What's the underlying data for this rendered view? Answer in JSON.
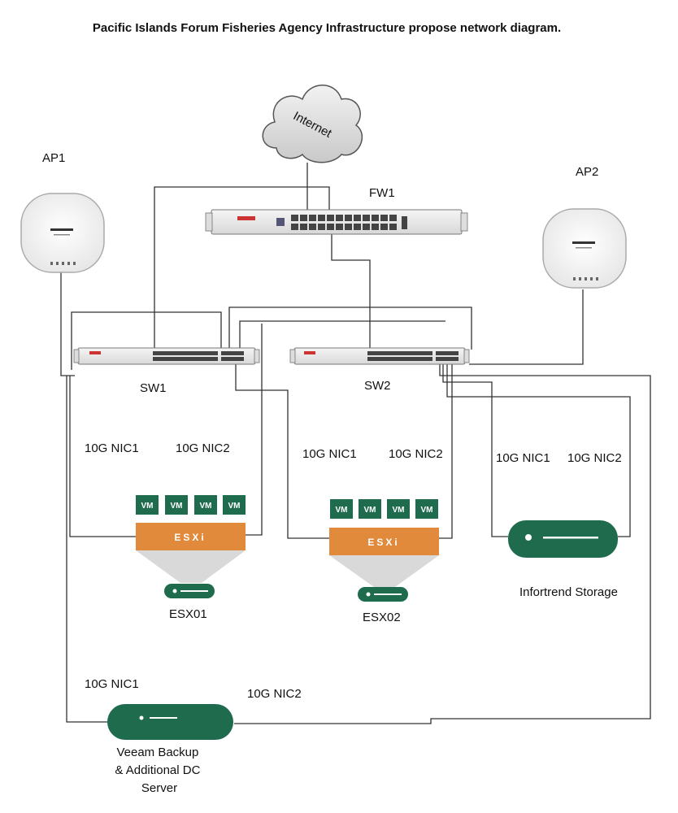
{
  "title": "Pacific Islands Forum Fisheries Agency Infrastructure propose network diagram.",
  "cloud": {
    "label": "Internet"
  },
  "devices": {
    "ap1": "AP1",
    "ap2": "AP2",
    "fw1": "FW1",
    "sw1": "SW1",
    "sw2": "SW2"
  },
  "hosts": {
    "esx01": {
      "name": "ESX01",
      "nic1": "10G NIC1",
      "nic2": "10G NIC2",
      "hypervisor": "ESXi",
      "vm_label": "VM"
    },
    "esx02": {
      "name": "ESX02",
      "nic1": "10G NIC1",
      "nic2": "10G NIC2",
      "hypervisor": "ESXi",
      "vm_label": "VM"
    },
    "storage": {
      "name": "Infortrend Storage",
      "nic1": "10G NIC1",
      "nic2": "10G NIC2"
    },
    "veeam": {
      "name_lines": [
        "Veeam Backup",
        "& Additional DC",
        "Server"
      ],
      "nic1": "10G NIC1",
      "nic2": "10G NIC2"
    }
  },
  "colors": {
    "server_green": "#1f6b4e",
    "vm_green": "#1f6b4e",
    "esxi_orange": "#e28a3b",
    "wire": "#333333",
    "device_body": "#e9e9e9"
  }
}
